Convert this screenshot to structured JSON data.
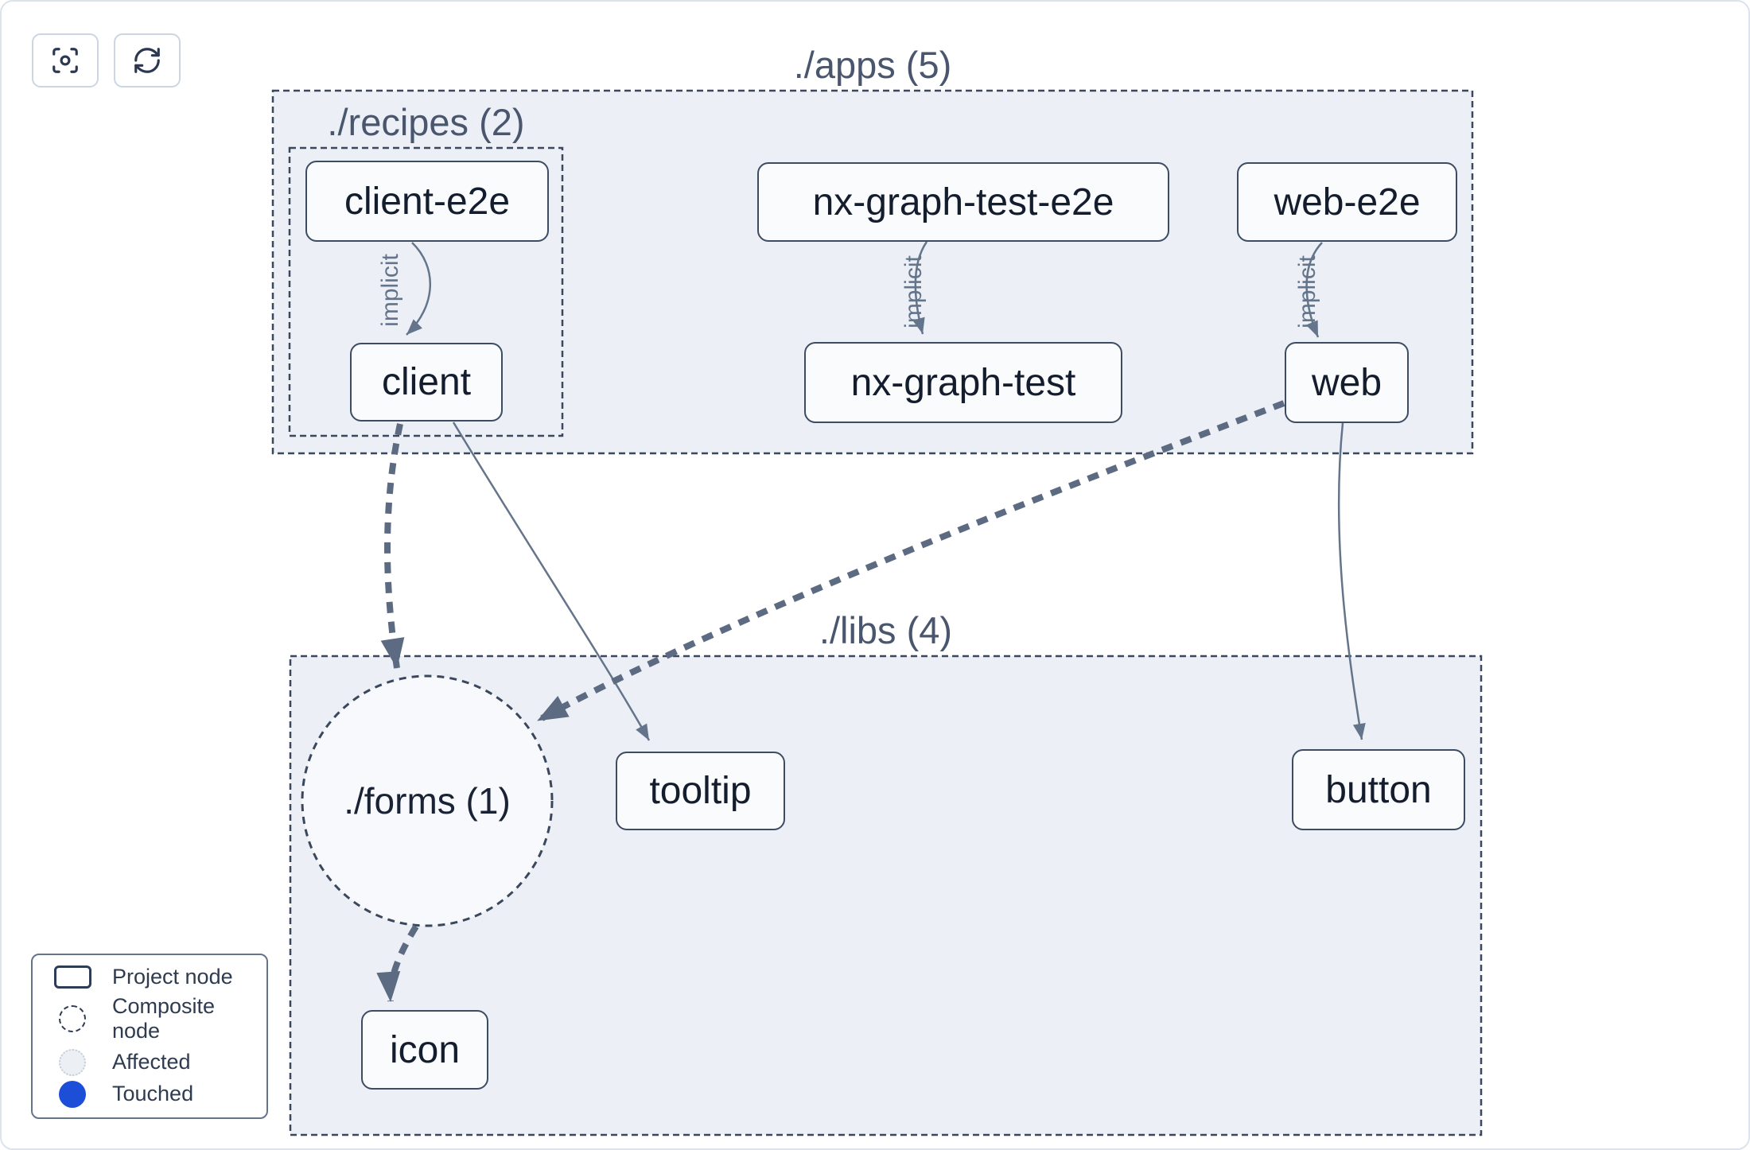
{
  "toolbar": {
    "buttons": [
      {
        "name": "focus",
        "icon": "focus-icon"
      },
      {
        "name": "refresh",
        "icon": "refresh-icon"
      }
    ]
  },
  "graph": {
    "containers": [
      {
        "id": "apps",
        "label": "./apps (5)"
      },
      {
        "id": "recipes",
        "label": "./recipes (2)"
      },
      {
        "id": "libs",
        "label": "./libs (4)"
      }
    ],
    "composite_node": {
      "id": "forms",
      "label": "./forms (1)"
    },
    "project_nodes": [
      {
        "id": "client-e2e",
        "label": "client-e2e"
      },
      {
        "id": "nx-graph-test-e2e",
        "label": "nx-graph-test-e2e"
      },
      {
        "id": "web-e2e",
        "label": "web-e2e"
      },
      {
        "id": "client",
        "label": "client"
      },
      {
        "id": "nx-graph-test",
        "label": "nx-graph-test"
      },
      {
        "id": "web",
        "label": "web"
      },
      {
        "id": "tooltip",
        "label": "tooltip"
      },
      {
        "id": "button",
        "label": "button"
      },
      {
        "id": "icon",
        "label": "icon"
      }
    ],
    "edges": [
      {
        "from": "client-e2e",
        "to": "client",
        "type": "implicit",
        "label": "implicit"
      },
      {
        "from": "nx-graph-test-e2e",
        "to": "nx-graph-test",
        "type": "implicit",
        "label": "implicit"
      },
      {
        "from": "web-e2e",
        "to": "web",
        "type": "implicit",
        "label": "implicit"
      },
      {
        "from": "client",
        "to": "./forms (1)",
        "type": "thick-dashed"
      },
      {
        "from": "client",
        "to": "tooltip",
        "type": "direct"
      },
      {
        "from": "web",
        "to": "./forms (1)",
        "type": "thick-dashed"
      },
      {
        "from": "web",
        "to": "button",
        "type": "direct"
      },
      {
        "from": "./forms (1)",
        "to": "icon",
        "type": "thick-dashed"
      }
    ]
  },
  "legend": {
    "items": [
      {
        "icon": "project-node-swatch",
        "label": "Project node"
      },
      {
        "icon": "composite-node-swatch",
        "label": "Composite node"
      },
      {
        "icon": "affected-swatch",
        "label": "Affected"
      },
      {
        "icon": "touched-swatch",
        "label": "Touched"
      }
    ]
  },
  "colors": {
    "container_fill": "#ecf0f6",
    "node_fill": "#fafbfd",
    "dashed_stroke": "#3a475c",
    "edge_thin": "#64748b",
    "edge_thick": "#5d6b82",
    "group_label": "#49566d",
    "node_text": "#141d2e",
    "touched_blue": "#1d4ed8",
    "affected_fill": "#eceff3"
  }
}
